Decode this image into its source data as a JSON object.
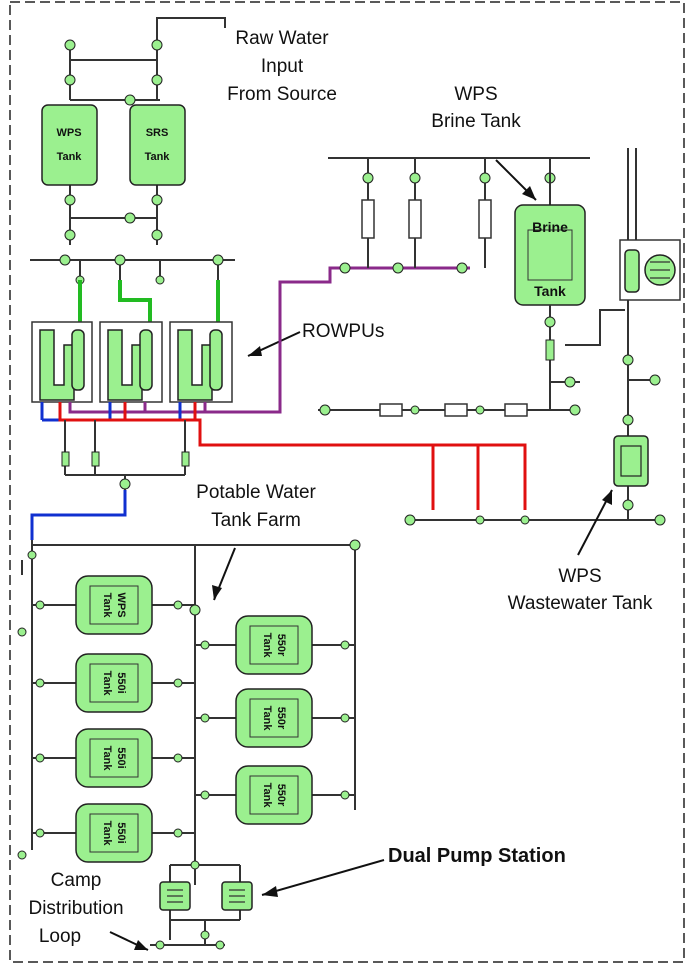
{
  "labels": {
    "raw_water_line1": "Raw Water",
    "raw_water_line2": "Input",
    "raw_water_line3": "From Source",
    "wps_brine_line1": "WPS",
    "wps_brine_line2": "Brine Tank",
    "rowpus": "ROWPUs",
    "potable_line1": "Potable Water",
    "potable_line2": "Tank Farm",
    "wps_waste_line1": "WPS",
    "wps_waste_line2": "Wastewater Tank",
    "dual_pump": "Dual Pump Station",
    "camp_line1": "Camp",
    "camp_line2": "Distribution",
    "camp_line3": "Loop"
  },
  "tanks": {
    "wps_top": {
      "line1": "WPS",
      "line2": "Tank"
    },
    "srs_top": {
      "line1": "SRS",
      "line2": "Tank"
    },
    "brine": {
      "line1": "Brine",
      "line2": "Tank"
    },
    "farm_left": [
      {
        "line1": "WPS",
        "line2": "Tank"
      },
      {
        "line1": "550i",
        "line2": "Tank"
      },
      {
        "line1": "550i",
        "line2": "Tank"
      },
      {
        "line1": "550i",
        "line2": "Tank"
      }
    ],
    "farm_right": [
      {
        "line1": "550r",
        "line2": "Tank"
      },
      {
        "line1": "550r",
        "line2": "Tank"
      },
      {
        "line1": "550r",
        "line2": "Tank"
      }
    ]
  },
  "colors": {
    "tank_fill": "#9bf08f",
    "green_pipe": "#22bb22",
    "purple_pipe": "#8a2a8a",
    "red_pipe": "#e01010",
    "blue_pipe": "#1030d0"
  }
}
